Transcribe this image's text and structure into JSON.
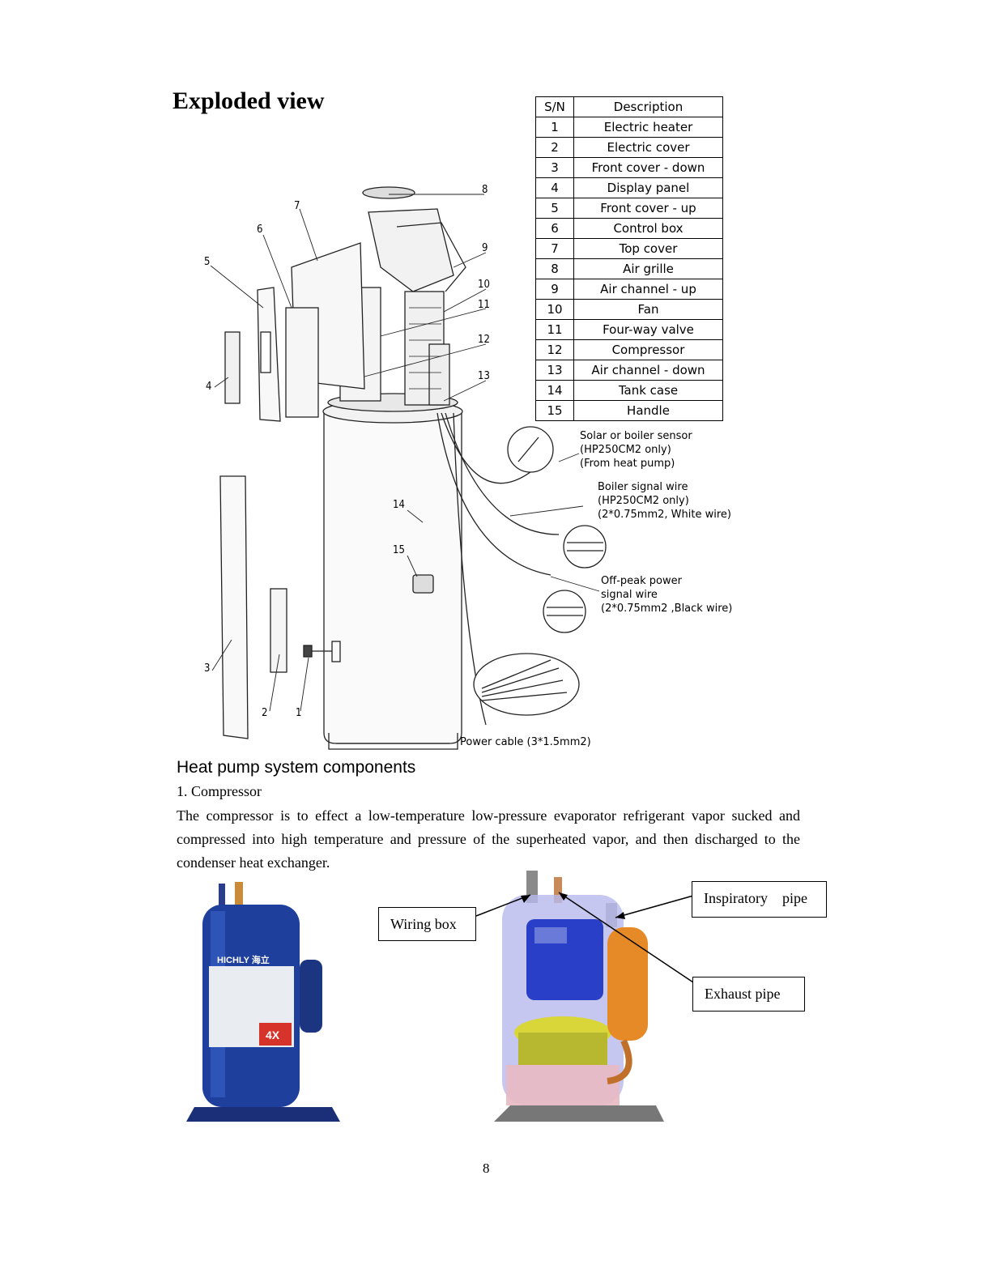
{
  "title": "Exploded view",
  "parts_table": {
    "headers": [
      "S/N",
      "Description"
    ],
    "rows": [
      [
        "1",
        "Electric heater"
      ],
      [
        "2",
        "Electric cover"
      ],
      [
        "3",
        "Front cover - down"
      ],
      [
        "4",
        "Display panel"
      ],
      [
        "5",
        "Front cover - up"
      ],
      [
        "6",
        "Control box"
      ],
      [
        "7",
        "Top cover"
      ],
      [
        "8",
        "Air grille"
      ],
      [
        "9",
        "Air channel - up"
      ],
      [
        "10",
        "Fan"
      ],
      [
        "11",
        "Four-way valve"
      ],
      [
        "12",
        "Compressor"
      ],
      [
        "13",
        "Air channel - down"
      ],
      [
        "14",
        "Tank case"
      ],
      [
        "15",
        "Handle"
      ]
    ]
  },
  "diagram": {
    "part_numbers": [
      "1",
      "2",
      "3",
      "4",
      "5",
      "6",
      "7",
      "8",
      "9",
      "10",
      "11",
      "12",
      "13",
      "14",
      "15"
    ],
    "callouts": {
      "solar_sensor": [
        "Solar or boiler sensor",
        "(HP250CM2 only)",
        "(From heat pump)"
      ],
      "boiler_signal": [
        "Boiler signal wire",
        "(HP250CM2 only)",
        "(2*0.75mm2, White wire)"
      ],
      "offpeak_signal": [
        "Off-peak power",
        "signal wire",
        "(2*0.75mm2 ,Black wire)"
      ],
      "power_cable": "Power cable (3*1.5mm2)"
    }
  },
  "section_heading": "Heat pump system components",
  "sub_heading": "1. Compressor",
  "body_text": "The compressor is to effect a low-temperature low-pressure evaporator refrigerant vapor sucked and compressed into high temperature and pressure of the superheated vapor, and then discharged to the condenser heat exchanger.",
  "compressor_photo": {
    "brand_text": "HICHLY 海立",
    "badge_text": "4X"
  },
  "compressor_labels": {
    "wiring_box": "Wiring box",
    "inspiratory_pipe": "Inspiratory    pipe",
    "exhaust_pipe": "Exhaust pipe"
  },
  "page_number": "8"
}
